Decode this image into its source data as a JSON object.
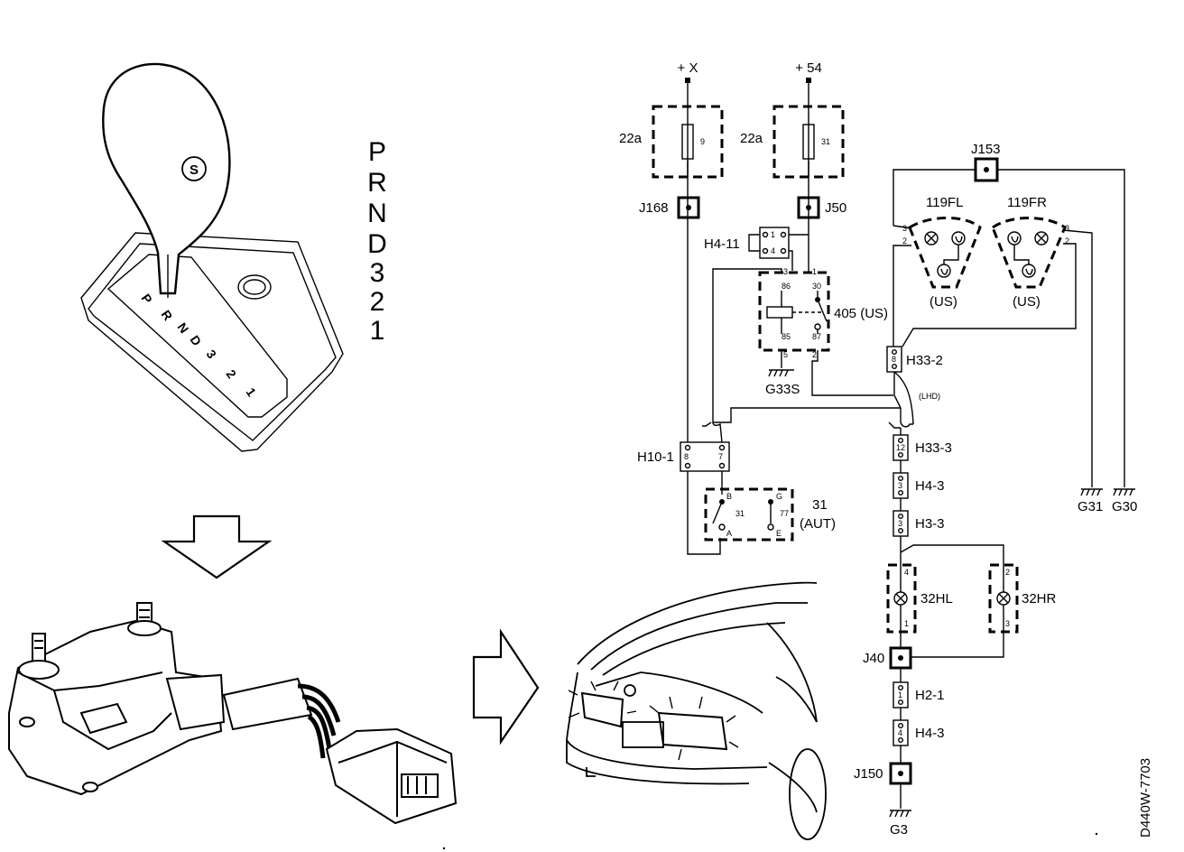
{
  "gear_letters": [
    "P",
    "R",
    "N",
    "D",
    "3",
    "2",
    "1"
  ],
  "gate_labels": [
    "P",
    "R",
    "N",
    "D",
    "3",
    "2",
    "1"
  ],
  "knob_symbol": "S",
  "supply": {
    "x": "+ X",
    "s54": "+ 54"
  },
  "fuses": {
    "left_box": "22a",
    "left_num": "9",
    "right_box": "22a",
    "right_num": "31"
  },
  "connectors": {
    "j168": "J168",
    "j50": "J50",
    "j153": "J153",
    "j40": "J40",
    "j150": "J150",
    "h4_11": "H4-11",
    "h33_2": "H33-2",
    "h10_1": "H10-1",
    "h33_3": "H33-3",
    "h4_3a": "H4-3",
    "h3_3": "H3-3",
    "h2_1": "H2-1",
    "h4_3b": "H4-3"
  },
  "relay": {
    "label": "405 (US)",
    "pins": [
      "86",
      "30",
      "85",
      "87"
    ],
    "wires": [
      "3",
      "1",
      "5",
      "2"
    ]
  },
  "switch": {
    "label": "31",
    "sublabel": "(AUT)",
    "pins": [
      "B",
      "G",
      "A",
      "E"
    ],
    "inner": [
      "31",
      "77"
    ]
  },
  "grounds": {
    "g33s": "G33S",
    "g31": "G31",
    "g30": "G30",
    "g3": "G3"
  },
  "lamps": {
    "l119fl": "119FL",
    "l119fr": "119FR",
    "us": "(US)",
    "l32hl": "32HL",
    "l32hr": "32HR"
  },
  "note_lhd": "(LHD)",
  "pin_numbers": {
    "h4_11": [
      "1",
      "4"
    ],
    "h33_2": "8",
    "h10_1": [
      "8",
      "7"
    ],
    "h33_3": "12",
    "h4_3a": "3",
    "h3_3": "3",
    "h2_1": "1",
    "h4_3b": "4",
    "l119fl": [
      "3",
      "2"
    ],
    "l119fr": [
      "3",
      "2"
    ],
    "l32hl": [
      "4",
      "1"
    ],
    "l32hr": [
      "2",
      "3"
    ]
  },
  "doc_id": "D440W-7703"
}
